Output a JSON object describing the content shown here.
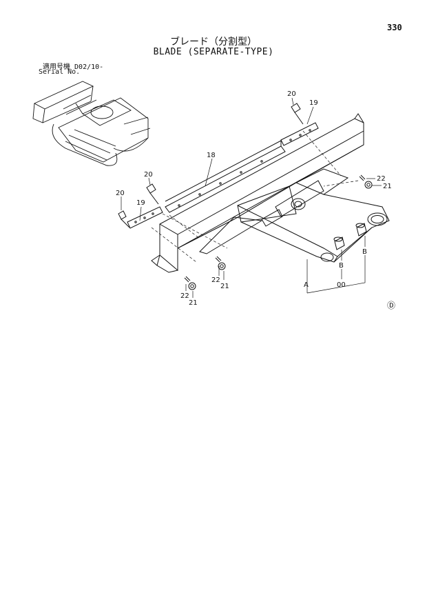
{
  "page_number": "330",
  "title_jp": "ブレード（分割型）",
  "title_en": "BLADE (SEPARATE-TYPE)",
  "serial": {
    "label_jp": "適用号機",
    "value": "D02/10-",
    "label_en": "Serial No."
  },
  "callouts": {
    "c20_top": "20",
    "c19_top": "19",
    "c18": "18",
    "c22_right": "22",
    "c21_right": "21",
    "c20_left": "20",
    "c20_left2": "20",
    "c19_left": "19",
    "c22_mid": "22",
    "c21_mid": "21",
    "c22_bot": "22",
    "c21_bot": "21",
    "cA": "A",
    "cB1": "B",
    "cB2": "B",
    "c00": "00"
  },
  "mark": "Ⓓ"
}
